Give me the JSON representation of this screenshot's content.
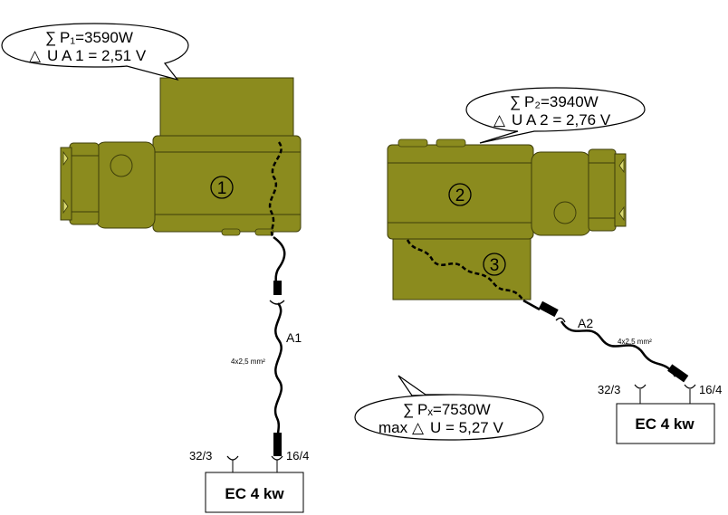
{
  "callouts": {
    "left": {
      "line1": "P₁=3590W",
      "line2": "U A 1 = 2,51 V"
    },
    "right": {
      "line1": "P₂=3940W",
      "line2": "U A 2 = 2,76 V"
    },
    "total": {
      "line1": "Pₓ=7530W",
      "line2_prefix": "max",
      "line2": "U = 5,27 V"
    }
  },
  "machines": {
    "one": "1",
    "two": "2",
    "three": "3"
  },
  "cables": {
    "a1": {
      "name": "A1",
      "spec": "4x2,5 mm²"
    },
    "a2": {
      "name": "A2",
      "spec": "4x2,5 mm²"
    }
  },
  "boxes": {
    "left": {
      "label": "EC 4 kw",
      "socket_left": "32/3",
      "socket_right": "16/4"
    },
    "right": {
      "label": "EC 4 kw",
      "socket_left": "32/3",
      "socket_right": "16/4"
    }
  },
  "colors": {
    "machine_fill": "#8b8b1e",
    "machine_stroke": "#3d3d0a",
    "outline": "#000000"
  },
  "icons": [
    "sum-icon",
    "delta-icon"
  ]
}
